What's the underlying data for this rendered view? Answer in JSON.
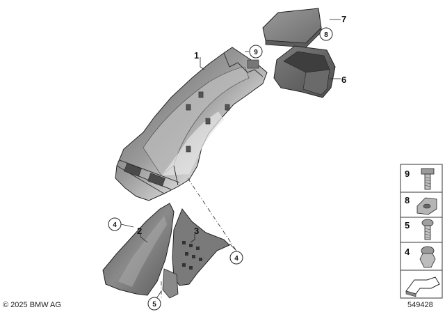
{
  "callouts": {
    "c1": "1",
    "c2": "2",
    "c3": "3",
    "c4a": "4",
    "c4b": "4",
    "c5": "5",
    "c6": "6",
    "c7": "7",
    "c8": "8",
    "c9": "9"
  },
  "legend": {
    "items": [
      {
        "number": "9",
        "icon": "bolt-icon"
      },
      {
        "number": "8",
        "icon": "clip-nut-icon"
      },
      {
        "number": "5",
        "icon": "screw-icon"
      },
      {
        "number": "4",
        "icon": "expansion-rivet-icon"
      }
    ],
    "arrow_icon": "direction-arrow-icon"
  },
  "footer": {
    "copyright": "© 2025 BMW AG",
    "diagram_id": "549428"
  },
  "colors": {
    "part_dark": "#6b6b6b",
    "part_mid": "#8f8f8f",
    "part_light": "#c4c4c4",
    "line": "#222222"
  }
}
